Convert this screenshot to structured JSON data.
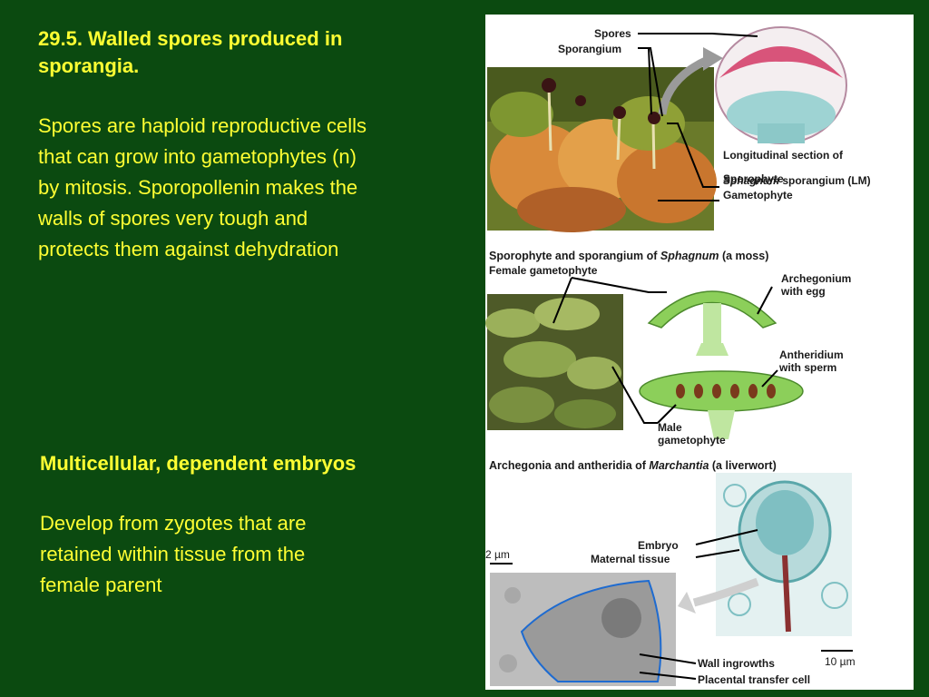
{
  "section1": {
    "heading": "29.5.  Walled spores produced in\nsporangia.",
    "body": "Spores are haploid reproductive cells\nthat can grow into gametophytes (n)\nby mitosis.  Sporopollenin makes the\nwalls of spores very tough and\nprotects them against dehydration"
  },
  "section2": {
    "heading": "Multicellular, dependent embryos",
    "body": "Develop from zygotes that are\nretained within tissue from the\nfemale parent"
  },
  "figure": {
    "panel_a": {
      "spores": "Spores",
      "sporangium": "Sporangium",
      "long_section_1": "Longitudinal section of",
      "long_section_2_italic": "Sphagnum",
      "long_section_2_rest": " sporangium (LM)",
      "sporophyte": "Sporophyte",
      "gametophyte": "Gametophyte",
      "caption_pre": "Sporophyte and sporangium of ",
      "caption_italic": "Sphagnum",
      "caption_post": " (a moss)"
    },
    "panel_b": {
      "female_gametophyte": "Female gametophyte",
      "archegonium": "Archegonium\nwith egg",
      "antheridium": "Antheridium\nwith sperm",
      "male_gametophyte": "Male\ngametophyte",
      "caption_pre": "Archegonia and antheridia of ",
      "caption_italic": "Marchantia",
      "caption_post": " (a liverwort)"
    },
    "panel_c": {
      "scale_left": "2 µm",
      "embryo": "Embryo",
      "maternal_tissue": "Maternal tissue",
      "wall_ingrowths": "Wall ingrowths",
      "scale_right": "10 µm",
      "placental_cell": "Placental transfer cell"
    }
  }
}
